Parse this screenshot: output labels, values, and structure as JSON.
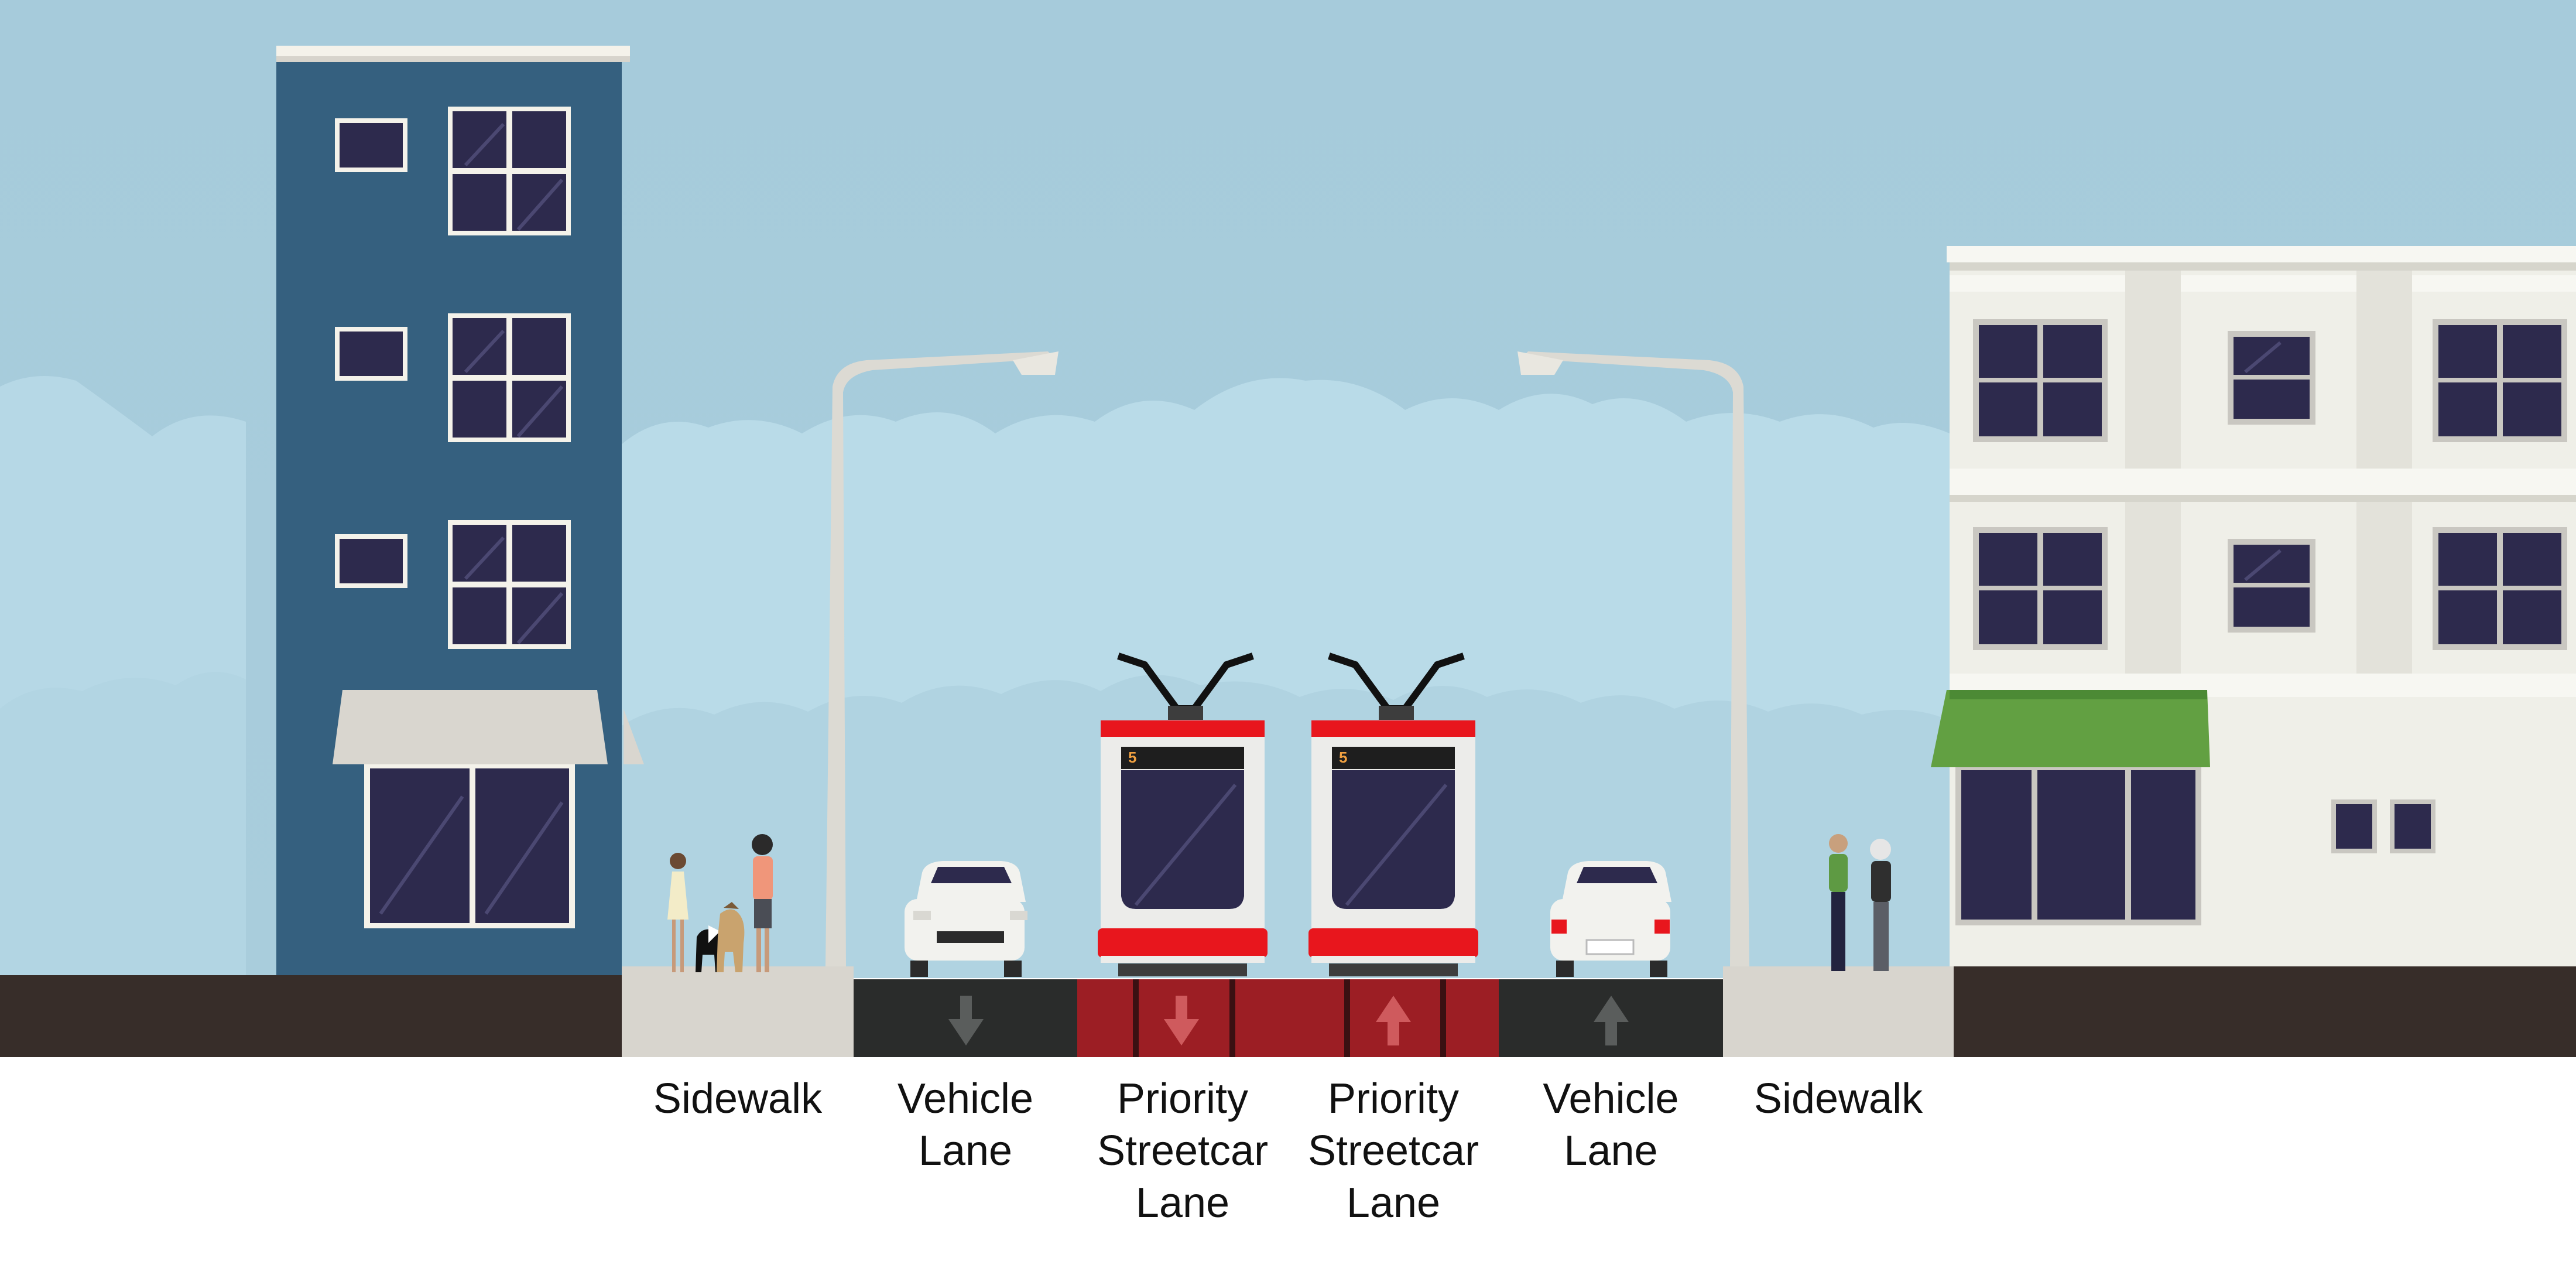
{
  "lanes": [
    {
      "id": "sidewalk-left",
      "kind": "sidewalk",
      "label_lines": [
        "Sidewalk"
      ]
    },
    {
      "id": "vehicle-lane-southbound",
      "kind": "vehicle",
      "direction": "down",
      "label_lines": [
        "Vehicle",
        "Lane"
      ]
    },
    {
      "id": "streetcar-lane-southbound",
      "kind": "streetcar",
      "direction": "down",
      "label_lines": [
        "Priority",
        "Streetcar",
        "Lane"
      ]
    },
    {
      "id": "streetcar-lane-northbound",
      "kind": "streetcar",
      "direction": "up",
      "label_lines": [
        "Priority",
        "Streetcar",
        "Lane"
      ]
    },
    {
      "id": "vehicle-lane-northbound",
      "kind": "vehicle",
      "direction": "up",
      "label_lines": [
        "Vehicle",
        "Lane"
      ]
    },
    {
      "id": "sidewalk-right",
      "kind": "sidewalk",
      "label_lines": [
        "Sidewalk"
      ]
    }
  ],
  "streetcars": [
    {
      "route_sign": "5",
      "direction": "down"
    },
    {
      "route_sign": "5",
      "direction": "up"
    }
  ],
  "colors": {
    "sky": "#a9cddc",
    "clouds": "#b9dbe8",
    "building_left": "#35607f",
    "building_right": "#efefe8",
    "window": "#2d2a4d",
    "awning_left": "#d9d6cf",
    "awning_right": "#62a042",
    "sidewalk": "#d8d5ce",
    "vehicle_lane": "#2a2c2b",
    "streetcar_lane": "#9c1e24",
    "ground": "#372d29",
    "streetcar_red": "#e8161d",
    "car_body": "#f2f2ee",
    "arrow_vehicle": "#5a5d5c",
    "arrow_streetcar": "#cf5a5d"
  },
  "icons": [
    "pedestrian-icon",
    "dog-icon",
    "car-icon",
    "streetcar-icon",
    "streetlight-icon",
    "direction-arrow-icon"
  ]
}
